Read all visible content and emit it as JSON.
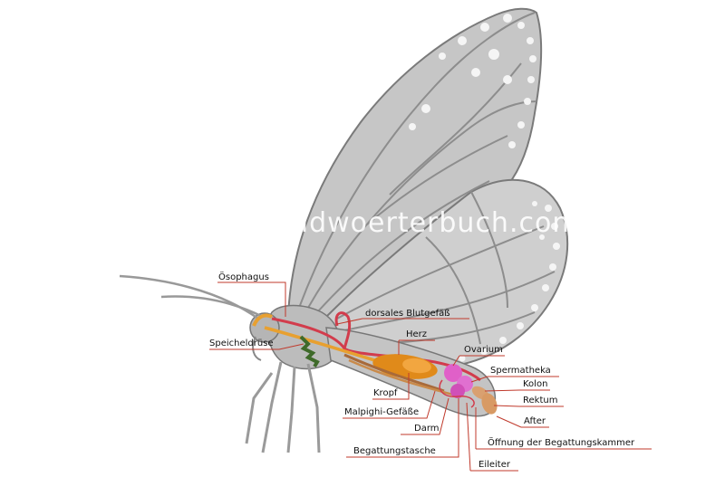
{
  "watermark": "www.bildwoerterbuch.com",
  "labels": {
    "oesophagus": "Ösophagus",
    "dorsales_blutgefaess": "dorsales Blutgefäß",
    "speicheldruese": "Speicheldrüse",
    "herz": "Herz",
    "ovarium": "Ovarium",
    "spermatheka": "Spermatheka",
    "kolon": "Kolon",
    "kropf": "Kropf",
    "rektum": "Rektum",
    "malpighi": "Malpighi-Gefäße",
    "after": "After",
    "darm": "Darm",
    "oeffnung": "Öffnung der Begattungskammer",
    "begattungstasche": "Begattungstasche",
    "eileiter": "Eileiter"
  },
  "colors": {
    "wing": "#c9c9c9",
    "vein": "#8f8f8f",
    "spot": "#f4f4f4",
    "body": "#bdbdbd",
    "leader": "#c0392b",
    "oesophagus": "#e8a030",
    "crop": "#e08a1a",
    "vessel": "#d23c4c",
    "ovary": "#e060c8",
    "colon": "#d9a070",
    "gland": "#3f6a2a"
  }
}
